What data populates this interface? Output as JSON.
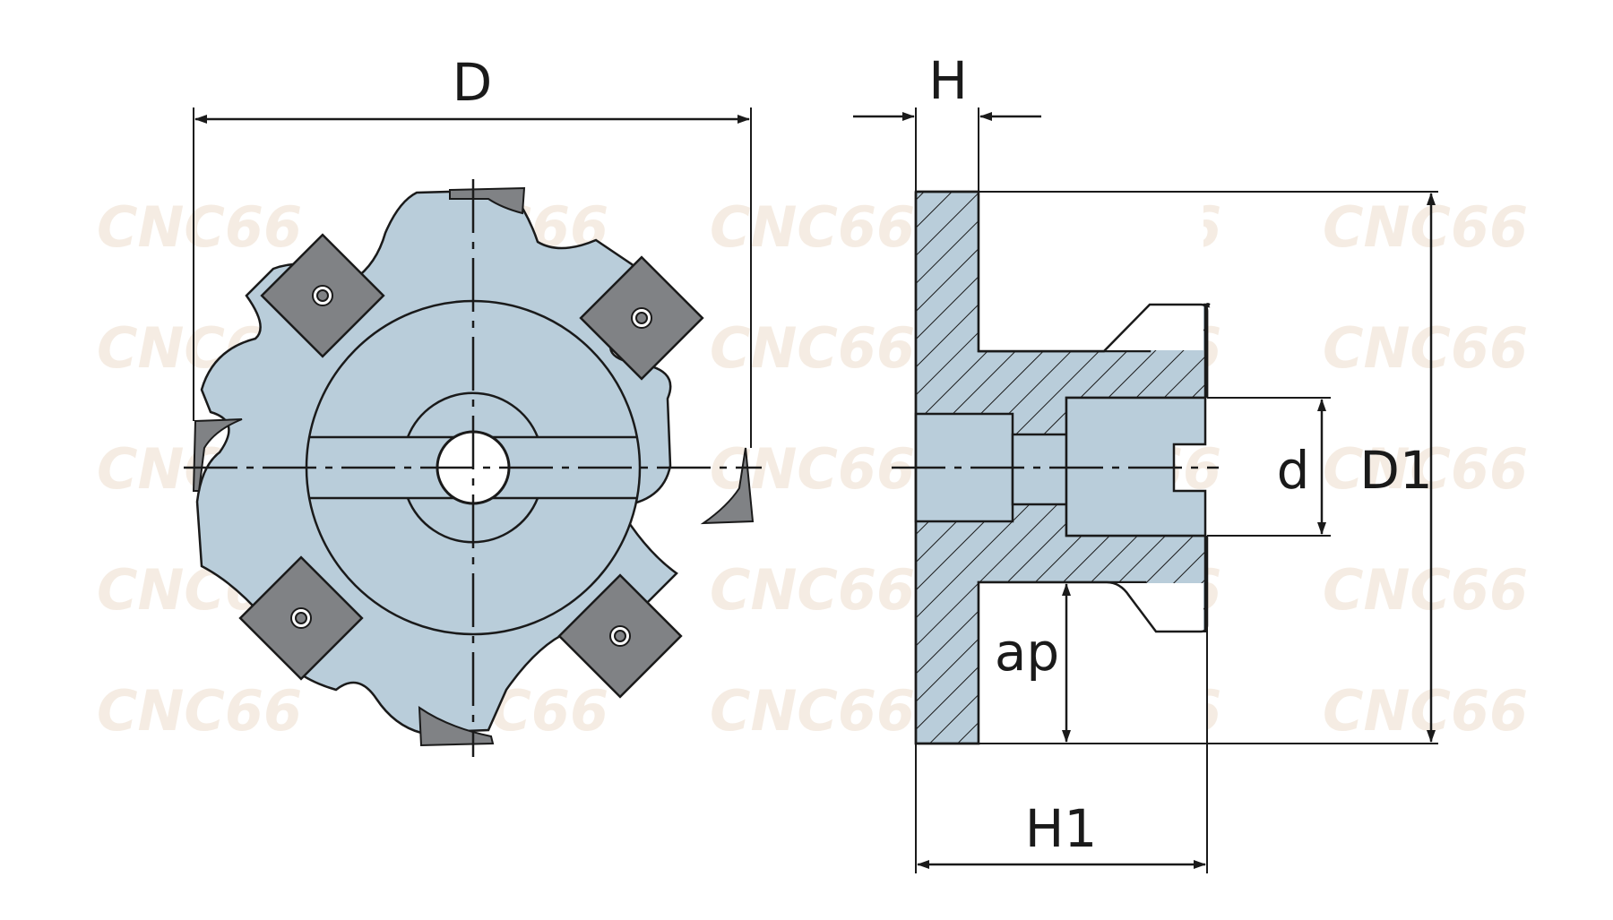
{
  "labels": {
    "D": "D",
    "H": "H",
    "d": "d",
    "D1": "D1",
    "ap": "ap",
    "H1": "H1"
  },
  "watermark": "CNC66",
  "colors": {
    "body_fill": "#b9cdda",
    "insert_fill": "#808285",
    "line": "#1a1a1a",
    "watermark": "#f4ebe0",
    "background": "#ffffff"
  },
  "icons": {
    "insert_screw": "screw-icon"
  }
}
